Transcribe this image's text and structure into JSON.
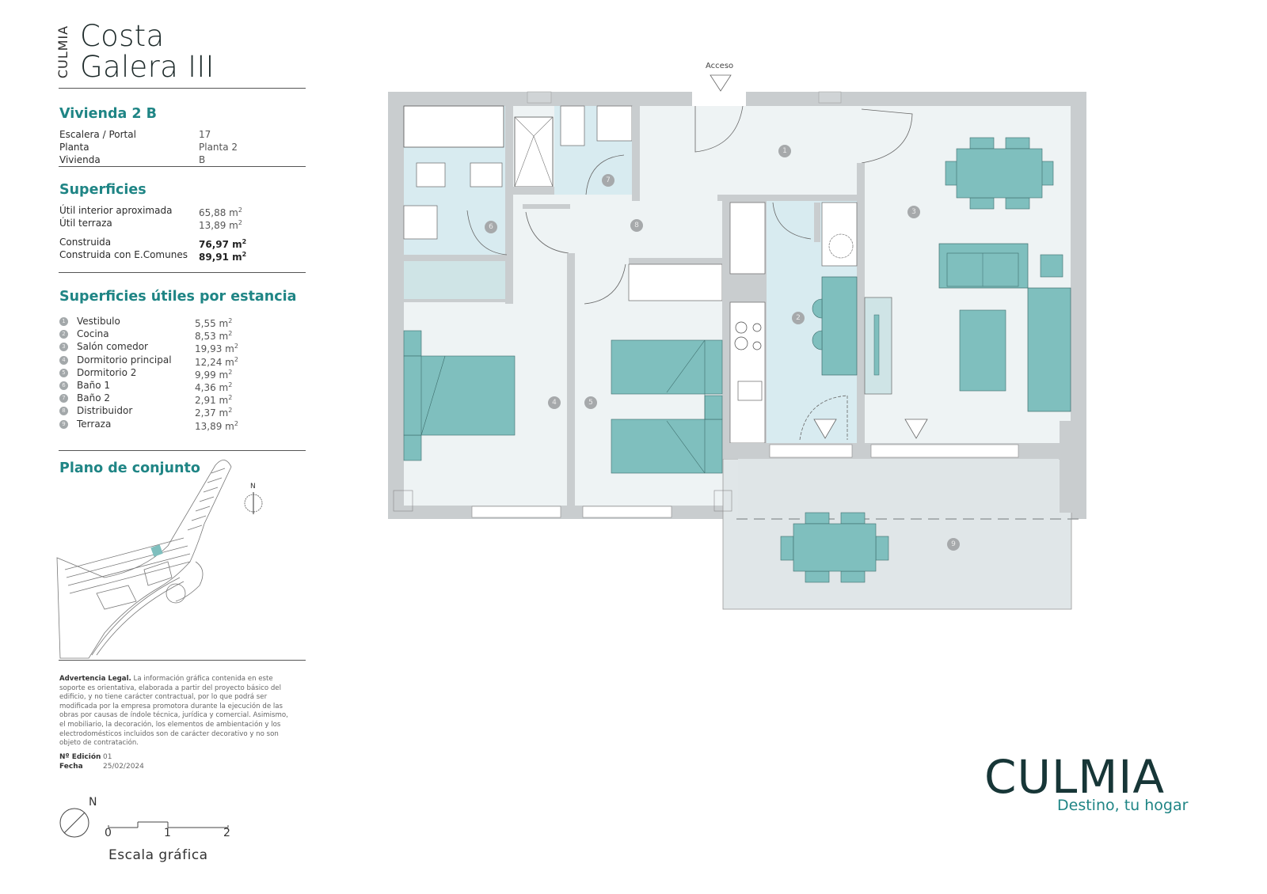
{
  "header": {
    "brand_vertical": "CULMIA",
    "project_line1": "Costa",
    "project_line2": "Galera III"
  },
  "unit": {
    "title": "Vivienda 2 B",
    "rows": [
      {
        "label": "Escalera / Portal",
        "value": "17"
      },
      {
        "label": "Planta",
        "value": "Planta 2"
      },
      {
        "label": "Vivienda",
        "value": "B"
      }
    ]
  },
  "surfaces": {
    "title": "Superficies",
    "util_interior": {
      "label": "Útil interior aproximada",
      "value": "65,88 m",
      "unit_sup": "2"
    },
    "util_terraza": {
      "label": "Útil terraza",
      "value": "13,89 m",
      "unit_sup": "2"
    },
    "construida": {
      "label": "Construida",
      "value": "76,97 m",
      "unit_sup": "2"
    },
    "construida_comunes": {
      "label": "Construida con E.Comunes",
      "value": "89,91 m",
      "unit_sup": "2"
    }
  },
  "rooms": {
    "title": "Superficies útiles por estancia",
    "items": [
      {
        "num": "1",
        "name": "Vestibulo",
        "area": "5,55 m",
        "sup": "2"
      },
      {
        "num": "2",
        "name": "Cocina",
        "area": "8,53 m",
        "sup": "2"
      },
      {
        "num": "3",
        "name": "Salón comedor",
        "area": "19,93 m",
        "sup": "2"
      },
      {
        "num": "4",
        "name": "Dormitorio principal",
        "area": "12,24 m",
        "sup": "2"
      },
      {
        "num": "5",
        "name": "Dormitorio 2",
        "area": "9,99 m",
        "sup": "2"
      },
      {
        "num": "6",
        "name": "Baño 1",
        "area": "4,36 m",
        "sup": "2"
      },
      {
        "num": "7",
        "name": "Baño 2",
        "area": "2,91 m",
        "sup": "2"
      },
      {
        "num": "8",
        "name": "Distribuidor",
        "area": "2,37 m",
        "sup": "2"
      },
      {
        "num": "9",
        "name": "Terraza",
        "area": "13,89 m",
        "sup": "2"
      }
    ]
  },
  "site_plan": {
    "title": "Plano de conjunto",
    "north_label": "N"
  },
  "legal": {
    "lead": "Advertencia Legal.",
    "text": " La información gráfica contenida en este soporte es orientativa, elaborada a partir del proyecto básico del edificio, y no tiene carácter contractual, por lo que podrá ser modificada por la empresa promotora durante la ejecución de las obras por causas de índole técnica, jurídica y comercial. Asimismo, el mobiliario, la decoración, los elementos de ambientación y los electrodomésticos incluidos son de carácter decorativo y no son objeto de contratación."
  },
  "edition": {
    "label": "Nº Edición",
    "value": "01"
  },
  "date": {
    "label": "Fecha",
    "value": "25/02/2024"
  },
  "scale": {
    "north_label": "N",
    "ticks": [
      "0",
      "1",
      "2"
    ],
    "caption": "Escala gráfica"
  },
  "plan": {
    "access_label": "Acceso",
    "room_numbers": [
      "1",
      "2",
      "3",
      "4",
      "5",
      "6",
      "7",
      "8",
      "9"
    ]
  },
  "footer": {
    "logo": "CULMIA",
    "tagline": "Destino, tu hogar"
  },
  "colors": {
    "accent_teal": "#1f8585",
    "furniture_teal": "#7fbfbe",
    "wall_grey": "#c9cdcf",
    "floor": "#eef3f4",
    "wet_area_blue": "#d8ebf0",
    "logo_dark": "#173637"
  }
}
